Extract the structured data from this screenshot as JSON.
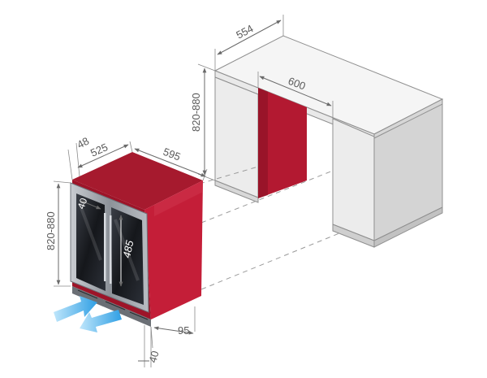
{
  "colors": {
    "cabinet_top": "#f4f4f4",
    "cabinet_front": "#eaeaea",
    "cabinet_side": "#d9d9d9",
    "niche_red": "#b0172f",
    "unit_top": "#a81a2e",
    "unit_side": "#c11d36",
    "frame": "#9a9fa6",
    "glass": "#1b1d22",
    "arrow": "#3aa7e6"
  },
  "dimensions": {
    "cabinet_depth": "554",
    "niche_width": "600",
    "niche_height": "820-880",
    "unit_height": "820-880",
    "unit_door_depth": "48",
    "unit_body_depth": "525",
    "unit_width": "595",
    "door_hinge_depth": "40",
    "shelf_height": "485",
    "plinth_depth": "95",
    "plinth_height": "40"
  },
  "icons": {
    "airflow_in": "arrow-in-icon",
    "airflow_out": "arrow-out-icon"
  }
}
